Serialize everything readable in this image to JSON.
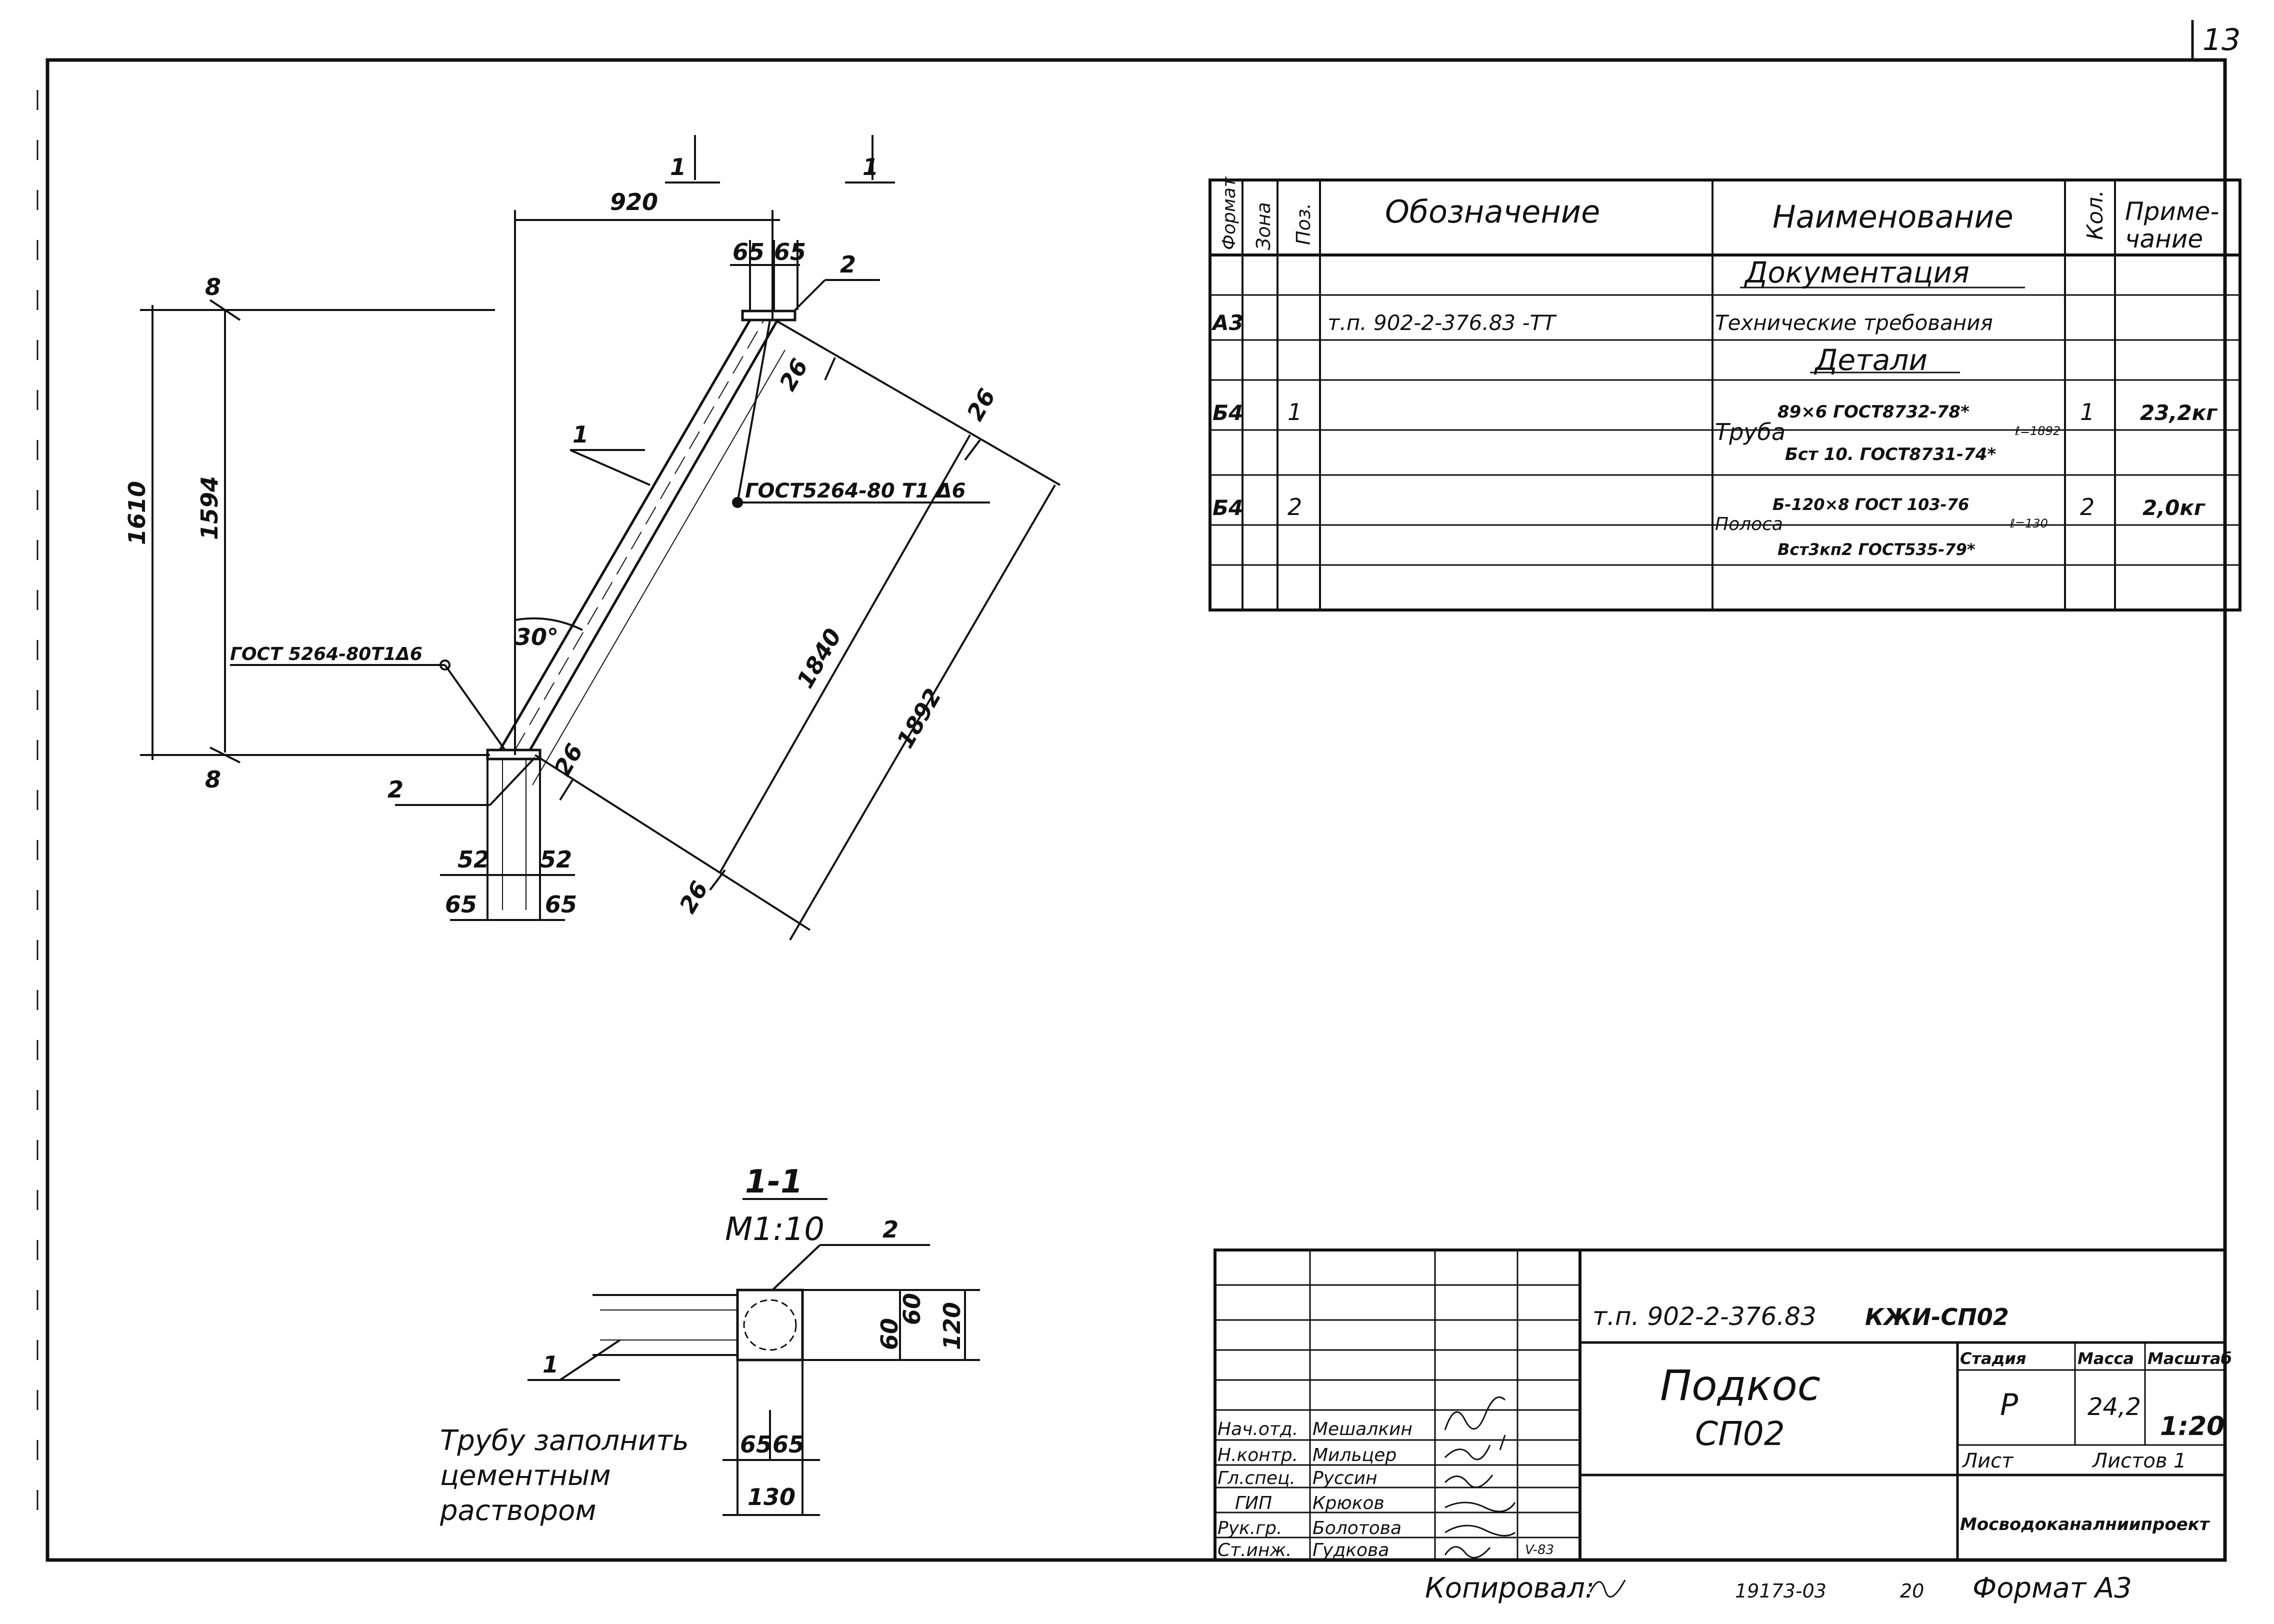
{
  "corner": {
    "sheet_no": "13"
  },
  "drawing": {
    "section_marks": [
      "1",
      "1"
    ],
    "dims": {
      "d920": "920",
      "d65a": "65",
      "d65b": "65",
      "d1610": "1610",
      "d1594": "1594",
      "d8a": "8",
      "d8b": "8",
      "d26a": "26",
      "d26b": "26",
      "d26c": "26",
      "d26d": "26",
      "d1840": "1840",
      "d1892": "1892",
      "d52a": "52",
      "d52b": "52",
      "d65c": "65",
      "d65d": "65"
    },
    "angle": "30°",
    "pos1": "1",
    "pos2_top": "2",
    "pos2_bottom": "2",
    "weld_top": "ГОСТ5264-80 Т1 Δ6",
    "weld_left": "ГОСТ 5264-80Т1Δ6"
  },
  "section": {
    "title": "1-1",
    "scale": "М1:10",
    "pos1": "1",
    "pos2": "2",
    "dims": {
      "d60a": "60",
      "d60b": "60",
      "d120": "120",
      "d65a": "65",
      "d65b": "65",
      "d130": "130"
    },
    "note": [
      "Трубу заполнить",
      "цементным",
      "раствором"
    ]
  },
  "spec": {
    "headers": [
      "Формат",
      "Зона",
      "Поз.",
      "Обозначение",
      "Наименование",
      "Кол.",
      "Приме-",
      "чание"
    ],
    "section_docs": "Документация",
    "section_parts": "Детали",
    "rows": [
      {
        "format": "А3",
        "zone": "",
        "pos": "",
        "designation": "т.п. 902-2-376.83     -ТТ",
        "name": "Технические требования",
        "qty": "",
        "note": ""
      },
      {
        "format": "Б4",
        "zone": "",
        "pos": "1",
        "designation": "",
        "name": "Труба",
        "name_sub1": "89×6 ГОСТ8732-78*",
        "name_sub1b": "ℓ=1892",
        "name_sub2": "Бст 10. ГОСТ8731-74*",
        "qty": "1",
        "note": "23,2кг"
      },
      {
        "format": "Б4",
        "zone": "",
        "pos": "2",
        "designation": "",
        "name": "Полоса",
        "name_sub1": "Б-120×8 ГОСТ 103-76",
        "name_sub1b": "ℓ=130",
        "name_sub2": "Вст3кп2 ГОСТ535-79*",
        "qty": "2",
        "note": "2,0кг"
      }
    ]
  },
  "titleblock": {
    "code": "т.п. 902-2-376.83",
    "mark": "КЖИ-СП02",
    "title_line1": "Подкос",
    "title_line2": "СП02",
    "col_stage": "Стадия",
    "col_mass": "Масса",
    "col_scale": "Масштаб",
    "stage": "Р",
    "mass": "24,2",
    "scale": "1:20",
    "sheet": "Лист",
    "sheets": "Листов 1",
    "org": "Мосводоканалниипроект",
    "people": [
      {
        "role": "Нач.отд.",
        "name": "Мешалкин"
      },
      {
        "role": "Н.контр.",
        "name": "Мильцер"
      },
      {
        "role": "Гл.спец.",
        "name": "Руссин"
      },
      {
        "role": "ГИП",
        "name": "Крюков"
      },
      {
        "role": "Рук.гр.",
        "name": "Болотова"
      },
      {
        "role": "Ст.инж.",
        "name": "Гудкова"
      }
    ],
    "date": "V-83"
  },
  "footer": {
    "copied": "Копировал:",
    "number": "19173-03",
    "num2": "20",
    "format": "Формат А3"
  }
}
